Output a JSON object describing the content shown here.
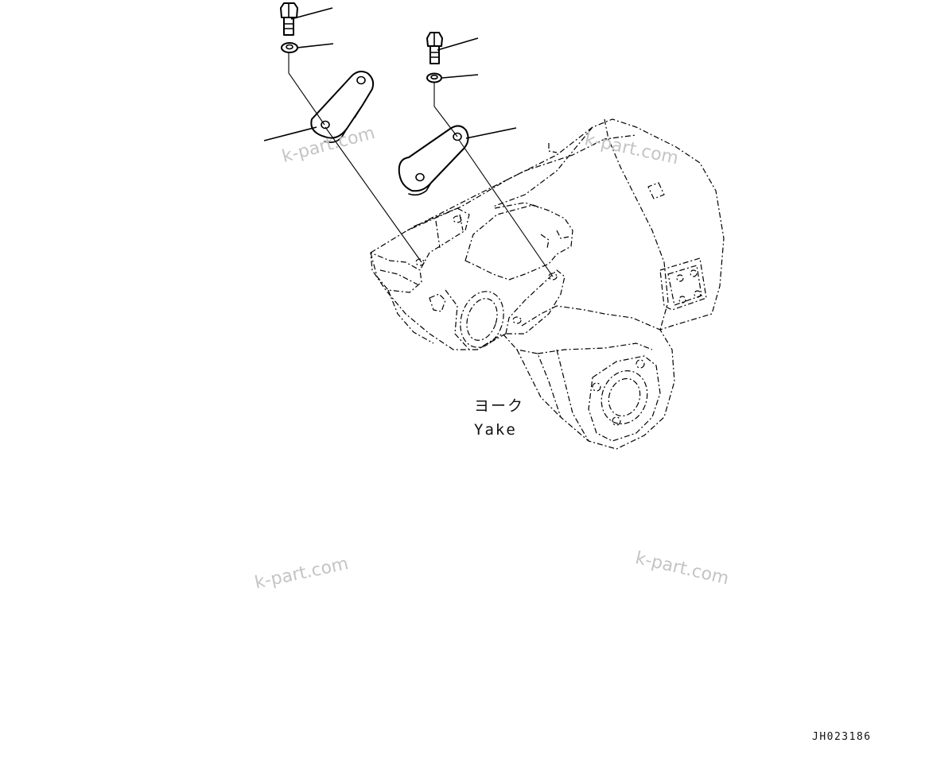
{
  "yoke_label": {
    "japanese": "ヨーク",
    "english": "Yake"
  },
  "drawing_code": "JH023186",
  "watermark": "k-part.com"
}
